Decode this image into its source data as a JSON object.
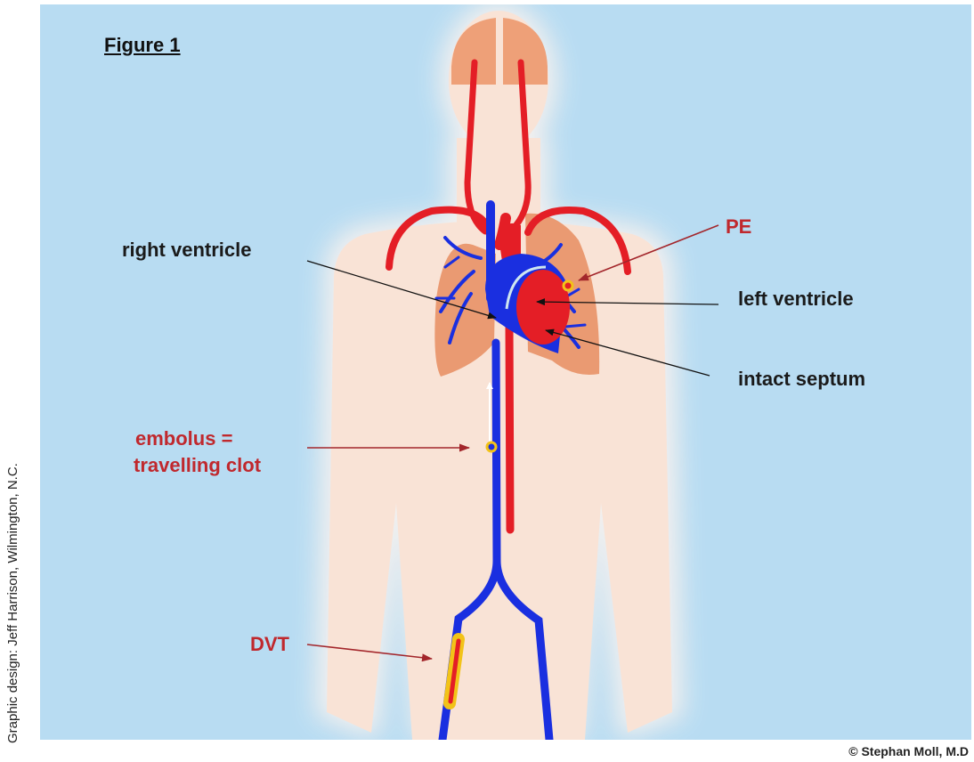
{
  "figure_title": "Figure 1",
  "labels": {
    "right_ventricle": "right ventricle",
    "left_ventricle": "left ventricle",
    "intact_septum": "intact septum",
    "pe": "PE",
    "embolus_line1": "embolus =",
    "embolus_line2": "travelling clot",
    "dvt": "DVT"
  },
  "credit": "Graphic design: Jeff Harrison, Wilmington, N.C.",
  "copyright": "© Stephan Moll, M.D",
  "colors": {
    "background": "#b8dcf2",
    "body": "#f9e3d6",
    "artery": "#e41e26",
    "vein": "#1a2fe0",
    "lung": "#ea9a72",
    "clot": "#f2c318",
    "label_red": "#c0282d"
  }
}
